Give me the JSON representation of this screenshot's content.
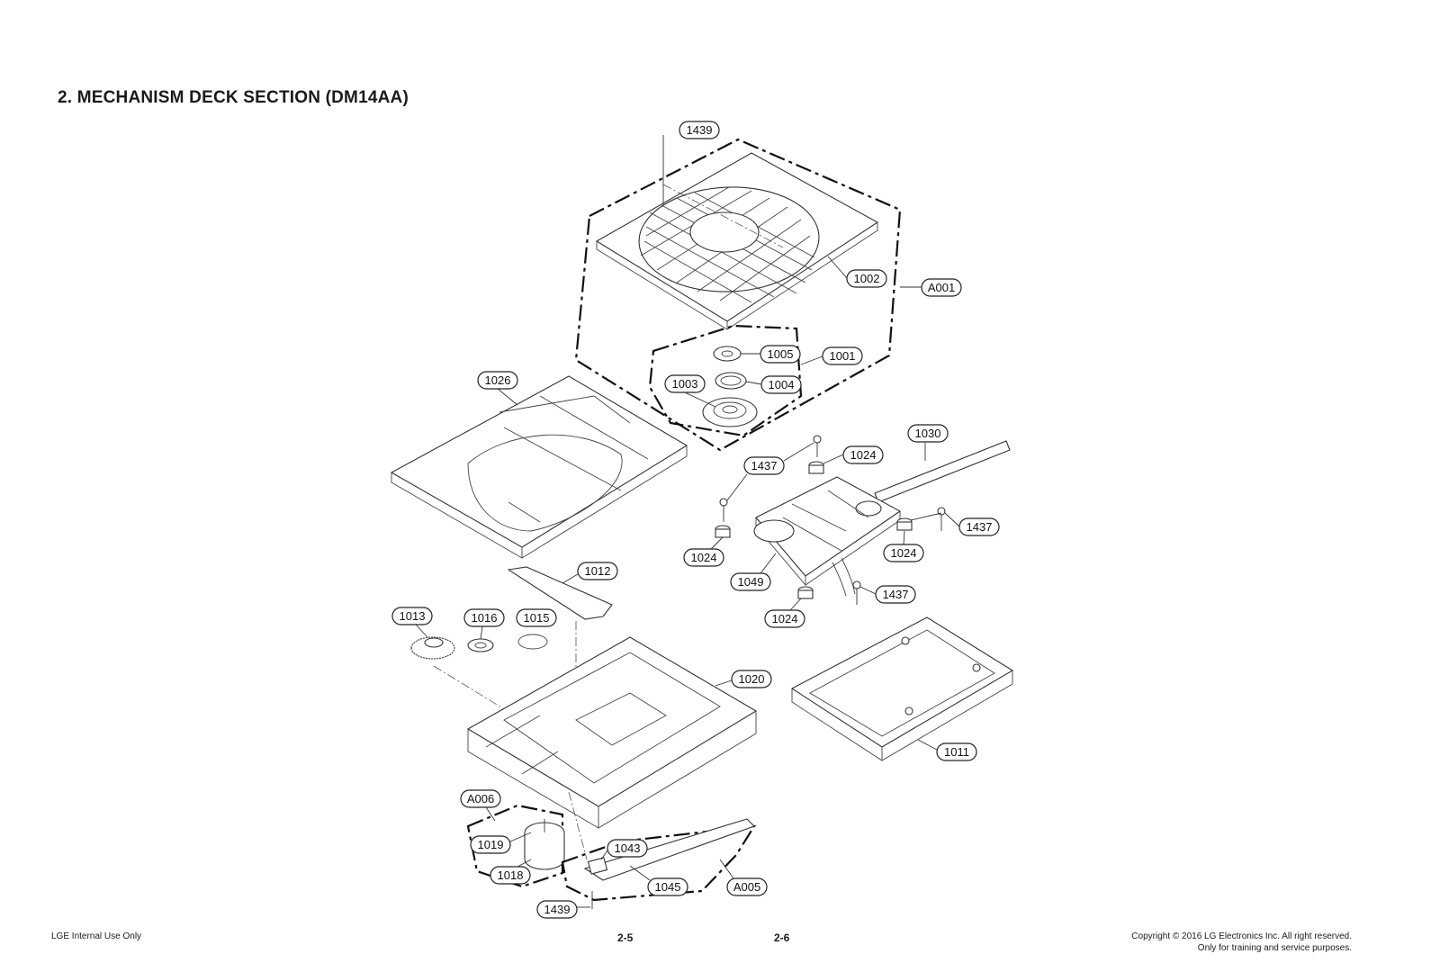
{
  "header": {
    "title": "2. MECHANISM DECK SECTION (DM14AA)"
  },
  "footer": {
    "left": "LGE Internal Use Only",
    "page_left": "2-5",
    "page_right": "2-6",
    "copyright_line1": "Copyright © 2016 LG Electronics Inc. All right reserved.",
    "copyright_line2": "Only for training and service purposes."
  },
  "callouts": [
    "1439",
    "1002",
    "A001",
    "1005",
    "1001",
    "1003",
    "1004",
    "1026",
    "1030",
    "1024",
    "1437",
    "1437",
    "1024",
    "1024",
    "1049",
    "1437",
    "1024",
    "1012",
    "1013",
    "1016",
    "1015",
    "1020",
    "1011",
    "A006",
    "1019",
    "1043",
    "1018",
    "1045",
    "A005",
    "1439"
  ]
}
